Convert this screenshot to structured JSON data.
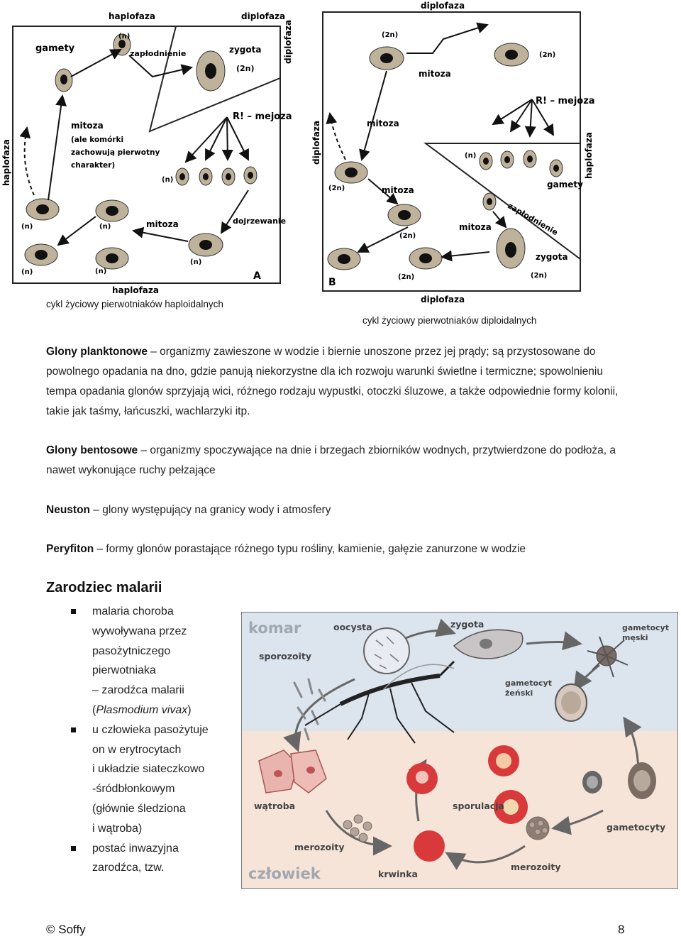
{
  "diagramA": {
    "title_haplofaza_top": "haplofaza",
    "title_diplofaza": "diplofaza",
    "side_haplofaza": "haplofaza",
    "bottom_haplofaza": "haplofaza",
    "letter": "A",
    "gamety": "gamety",
    "n_label": "(n)",
    "zaplodnienie": "zapłodnienie",
    "zygota": "zygota",
    "zygota_2n": "(2n)",
    "mejoza": "R! – mejoza",
    "mitoza_note": [
      "mitoza",
      "(ale komórki",
      "zachowują pierwotny",
      "charakter)"
    ],
    "mitoza": "mitoza",
    "dojrzewanie": "dojrzewanie"
  },
  "diagramB": {
    "title_diplofaza": "diplofaza",
    "side_diplofaza": "diplofaza",
    "side_haplofaza": "haplofaza",
    "bottom_diplofaza": "diplofaza",
    "letter": "B",
    "n2": "(2n)",
    "n": "(n)",
    "mitoza": "mitoza",
    "mejoza": "R! – mejoza",
    "gamety": "gamety",
    "zaplodnienie": "zapłodnienie",
    "zygota": "zygota"
  },
  "captions": {
    "left": "cykl życiowy pierwotniaków haploidalnych",
    "right": "cykl życiowy pierwotniaków diploidalnych"
  },
  "paragraphs": {
    "plankton_term": "Glony planktonowe",
    "plankton_text": " – organizmy zawieszone w wodzie i biernie unoszone przez jej prądy; są przystosowane do powolnego opadania na dno, gdzie panują niekorzystne dla ich rozwoju warunki świetlne i termiczne; spowolnieniu tempa opadania glonów sprzyjają wici, różnego rodzaju wypustki, otoczki śluzowe, a także odpowiednie formy kolonii, takie jak taśmy, łańcuszki, wachlarzyki itp.",
    "bentos_term": "Glony bentosowe",
    "bentos_text": " – organizmy spoczywające na dnie i brzegach zbiorników wodnych, przytwierdzone do podłoża, a nawet wykonujące ruchy pełzające",
    "neuston_term": "Neuston",
    "neuston_text": " – glony występujący na granicy wody i atmosfery",
    "peryfiton_term": "Peryfiton",
    "peryfiton_text": " – formy glonów porastające różnego typu rośliny, kamienie, gałęzie zanurzone w wodzie"
  },
  "section": {
    "heading": "Zarodziec malarii",
    "item1_lines": [
      "malaria choroba",
      "wywoływana przez",
      "pasożytniczego",
      "pierwotniaka",
      "– zarodźca malarii"
    ],
    "item1_latin": "Plasmodium vivax",
    "item1_paren_open": "(",
    "item1_paren_close": ")",
    "item2_lines": [
      "u człowieka pasożytuje",
      "on w erytrocytach",
      "i układzie siateczkowo",
      "-śródbłonkowym",
      "(głównie śledziona",
      "i wątroba)"
    ],
    "item3_lines": [
      "postać inwazyjna",
      "zarodźca, tzw."
    ]
  },
  "malaria_diagram": {
    "komar": "komar",
    "oocysta": "oocysta",
    "zygota": "zygota",
    "gametocyt_meski": [
      "gametocyt",
      "męski"
    ],
    "sporozoity": "sporozoity",
    "gametocyt_zenski": [
      "gametocyt",
      "żeński"
    ],
    "watroba": "wątroba",
    "sporulacja": "sporulacja",
    "gametocyty": "gametocyty",
    "merozoity_left": "merozoity",
    "merozoity_right": "merozoity",
    "czlowiek": "człowiek",
    "krwinka": "krwinka",
    "colors": {
      "top_bg": "#dce4ee",
      "bottom_bg": "#f6e4d8",
      "red": "#d8393a"
    }
  },
  "footer": {
    "copyright": "© Soffy",
    "page": "8"
  }
}
